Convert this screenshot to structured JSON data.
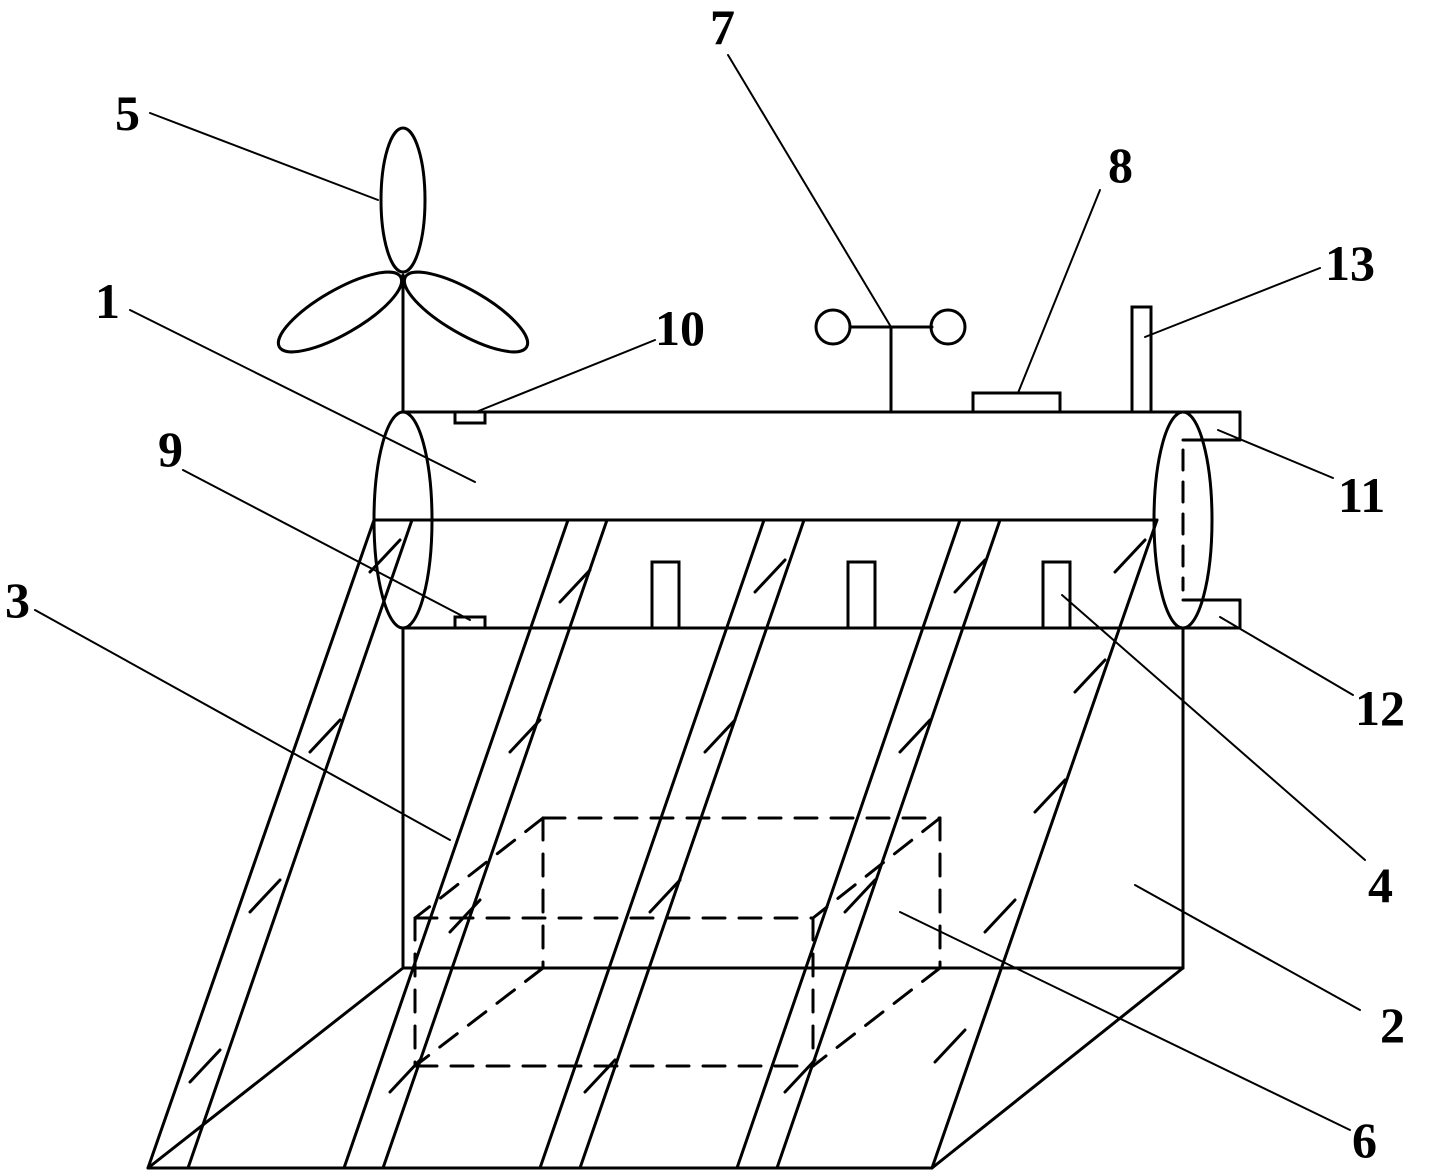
{
  "colors": {
    "line": "#000000",
    "background": "#ffffff"
  },
  "labels": {
    "l1": "1",
    "l2": "2",
    "l3": "3",
    "l4": "4",
    "l5": "5",
    "l6": "6",
    "l7": "7",
    "l8": "8",
    "l9": "9",
    "l10": "10",
    "l11": "11",
    "l12": "12",
    "l13": "13"
  }
}
